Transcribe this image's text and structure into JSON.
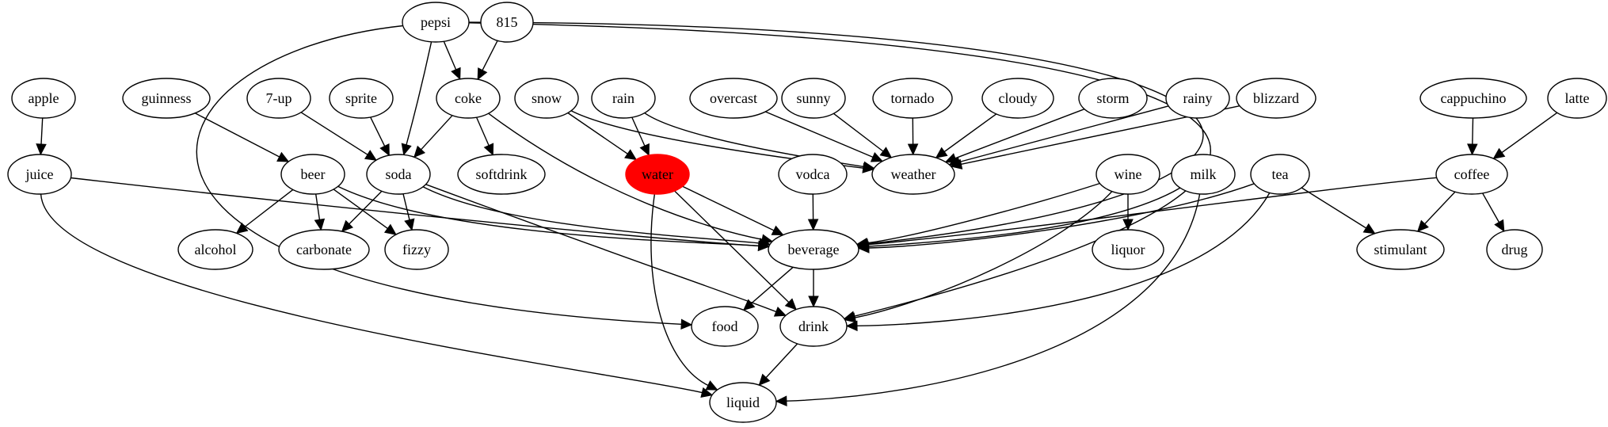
{
  "graph": {
    "highlight_color": "#ff0000",
    "highlighted_node": "water",
    "nodes": [
      {
        "id": "pepsi",
        "label": "pepsi"
      },
      {
        "id": "n815",
        "label": "815"
      },
      {
        "id": "apple",
        "label": "apple"
      },
      {
        "id": "guinness",
        "label": "guinness"
      },
      {
        "id": "7up",
        "label": "7-up"
      },
      {
        "id": "sprite",
        "label": "sprite"
      },
      {
        "id": "coke",
        "label": "coke"
      },
      {
        "id": "snow",
        "label": "snow"
      },
      {
        "id": "rain",
        "label": "rain"
      },
      {
        "id": "overcast",
        "label": "overcast"
      },
      {
        "id": "sunny",
        "label": "sunny"
      },
      {
        "id": "tornado",
        "label": "tornado"
      },
      {
        "id": "cloudy",
        "label": "cloudy"
      },
      {
        "id": "storm",
        "label": "storm"
      },
      {
        "id": "rainy",
        "label": "rainy"
      },
      {
        "id": "blizzard",
        "label": "blizzard"
      },
      {
        "id": "cappuchino",
        "label": "cappuchino"
      },
      {
        "id": "latte",
        "label": "latte"
      },
      {
        "id": "juice",
        "label": "juice"
      },
      {
        "id": "beer",
        "label": "beer"
      },
      {
        "id": "soda",
        "label": "soda"
      },
      {
        "id": "softdrink",
        "label": "softdrink"
      },
      {
        "id": "water",
        "label": "water"
      },
      {
        "id": "weather",
        "label": "weather"
      },
      {
        "id": "vodca",
        "label": "vodca"
      },
      {
        "id": "wine",
        "label": "wine"
      },
      {
        "id": "milk",
        "label": "milk"
      },
      {
        "id": "tea",
        "label": "tea"
      },
      {
        "id": "coffee",
        "label": "coffee"
      },
      {
        "id": "alcohol",
        "label": "alcohol"
      },
      {
        "id": "carbonate",
        "label": "carbonate"
      },
      {
        "id": "fizzy",
        "label": "fizzy"
      },
      {
        "id": "beverage",
        "label": "beverage"
      },
      {
        "id": "liquor",
        "label": "liquor"
      },
      {
        "id": "stimulant",
        "label": "stimulant"
      },
      {
        "id": "drug",
        "label": "drug"
      },
      {
        "id": "food",
        "label": "food"
      },
      {
        "id": "drink",
        "label": "drink"
      },
      {
        "id": "liquid",
        "label": "liquid"
      }
    ],
    "edges": [
      {
        "from": "pepsi",
        "to": "coke"
      },
      {
        "from": "pepsi",
        "to": "soda"
      },
      {
        "from": "pepsi",
        "to": "food"
      },
      {
        "from": "pepsi",
        "to": "beverage"
      },
      {
        "from": "pepsi",
        "to": "drink"
      },
      {
        "from": "n815",
        "to": "coke"
      },
      {
        "from": "apple",
        "to": "juice"
      },
      {
        "from": "guinness",
        "to": "beer"
      },
      {
        "from": "7up",
        "to": "soda"
      },
      {
        "from": "sprite",
        "to": "soda"
      },
      {
        "from": "coke",
        "to": "soda"
      },
      {
        "from": "coke",
        "to": "softdrink"
      },
      {
        "from": "coke",
        "to": "beverage"
      },
      {
        "from": "snow",
        "to": "water"
      },
      {
        "from": "snow",
        "to": "weather"
      },
      {
        "from": "rain",
        "to": "water"
      },
      {
        "from": "rain",
        "to": "weather"
      },
      {
        "from": "overcast",
        "to": "weather"
      },
      {
        "from": "sunny",
        "to": "weather"
      },
      {
        "from": "tornado",
        "to": "weather"
      },
      {
        "from": "cloudy",
        "to": "weather"
      },
      {
        "from": "storm",
        "to": "weather"
      },
      {
        "from": "rainy",
        "to": "weather"
      },
      {
        "from": "blizzard",
        "to": "weather"
      },
      {
        "from": "cappuchino",
        "to": "coffee"
      },
      {
        "from": "latte",
        "to": "coffee"
      },
      {
        "from": "juice",
        "to": "beverage"
      },
      {
        "from": "juice",
        "to": "liquid"
      },
      {
        "from": "beer",
        "to": "alcohol"
      },
      {
        "from": "beer",
        "to": "carbonate"
      },
      {
        "from": "beer",
        "to": "fizzy"
      },
      {
        "from": "beer",
        "to": "beverage"
      },
      {
        "from": "soda",
        "to": "carbonate"
      },
      {
        "from": "soda",
        "to": "fizzy"
      },
      {
        "from": "soda",
        "to": "beverage"
      },
      {
        "from": "soda",
        "to": "drink"
      },
      {
        "from": "water",
        "to": "beverage"
      },
      {
        "from": "water",
        "to": "drink"
      },
      {
        "from": "water",
        "to": "liquid"
      },
      {
        "from": "vodca",
        "to": "beverage"
      },
      {
        "from": "wine",
        "to": "beverage"
      },
      {
        "from": "wine",
        "to": "liquor"
      },
      {
        "from": "wine",
        "to": "drink"
      },
      {
        "from": "milk",
        "to": "beverage"
      },
      {
        "from": "milk",
        "to": "liquid"
      },
      {
        "from": "tea",
        "to": "beverage"
      },
      {
        "from": "tea",
        "to": "stimulant"
      },
      {
        "from": "tea",
        "to": "drink"
      },
      {
        "from": "coffee",
        "to": "beverage"
      },
      {
        "from": "coffee",
        "to": "stimulant"
      },
      {
        "from": "coffee",
        "to": "drug"
      },
      {
        "from": "beverage",
        "to": "food"
      },
      {
        "from": "beverage",
        "to": "drink"
      },
      {
        "from": "drink",
        "to": "liquid"
      }
    ]
  }
}
